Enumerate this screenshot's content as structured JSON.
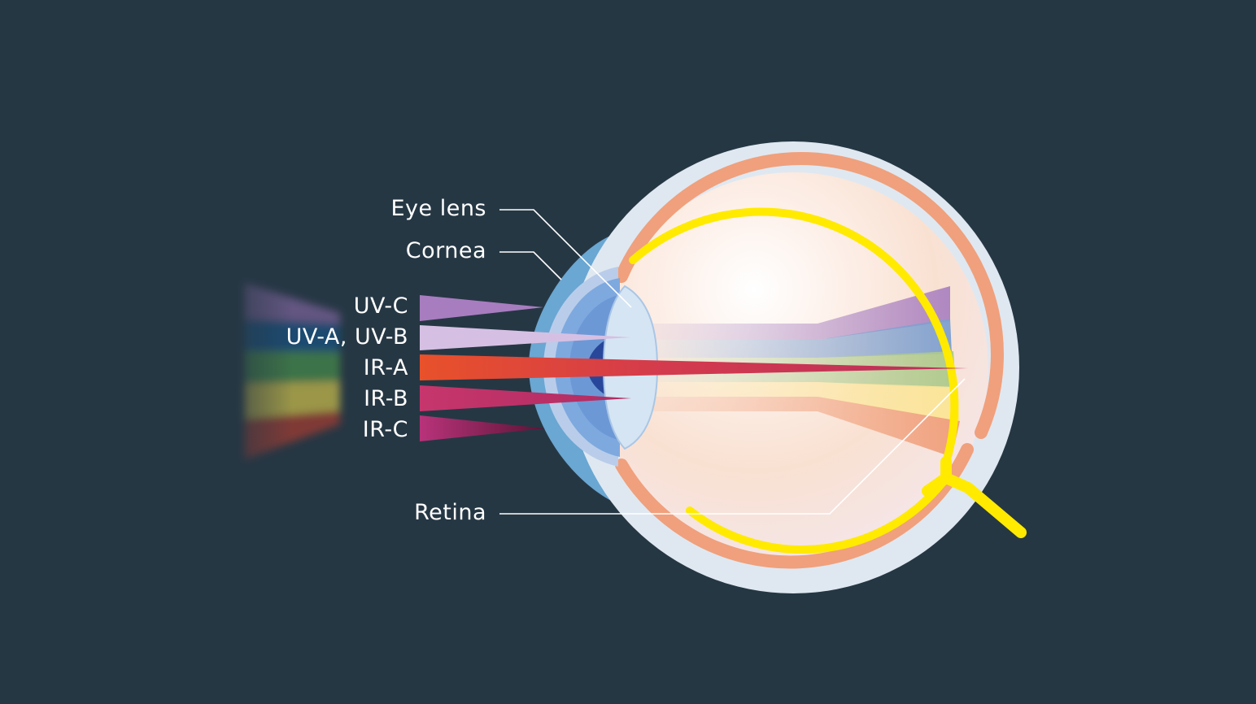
{
  "colors": {
    "background": "#263744",
    "label_text": "#ffffff",
    "leader_line": "#ffffff",
    "sclera_outer": "#dfe8f1",
    "choroid": "#f0a07c",
    "retina": "#ffea00",
    "cornea": "#6aa7d2",
    "iris": "#7ea9df",
    "pupil": "#28479a",
    "lens": "#d6e5f3",
    "uv_c": "#a77dbf",
    "uv_ab": "#d5c0e3",
    "ir_a": "#e64a2a",
    "ir_b": "#c0386a",
    "ir_c": "#a32d66"
  },
  "labels": {
    "eye_lens": "Eye lens",
    "cornea": "Cornea",
    "retina": "Retina"
  },
  "rays": [
    {
      "id": "uv-c",
      "label": "UV-C"
    },
    {
      "id": "uv-ab",
      "label": "UV-A, UV-B"
    },
    {
      "id": "ir-a",
      "label": "IR-A"
    },
    {
      "id": "ir-b",
      "label": "IR-B"
    },
    {
      "id": "ir-c",
      "label": "IR-C"
    }
  ]
}
